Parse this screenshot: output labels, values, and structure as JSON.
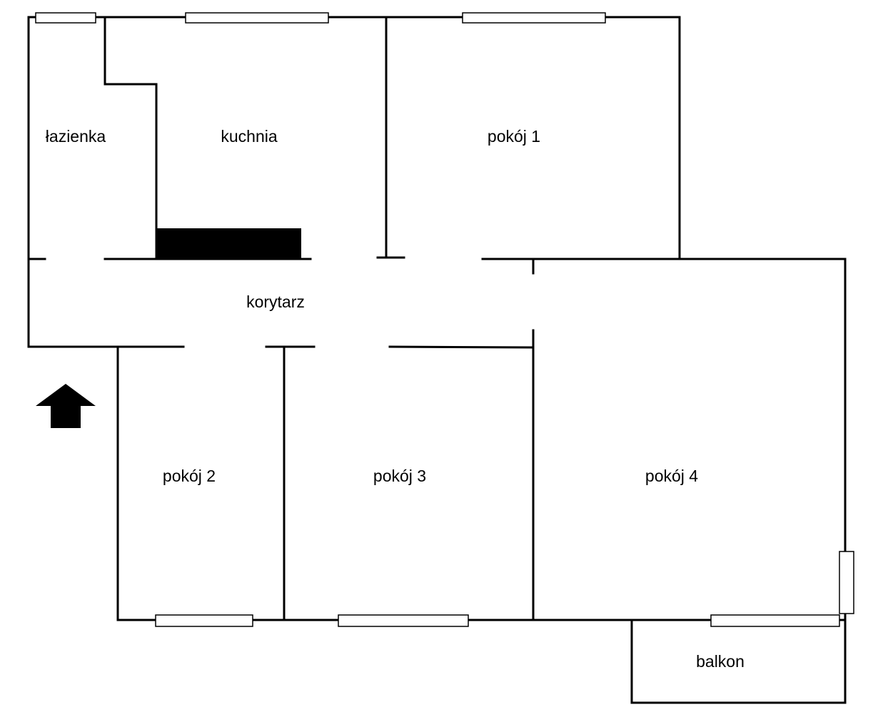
{
  "rooms": {
    "bathroom": "łazienka",
    "kitchen": "kuchnia",
    "room1": "pokój 1",
    "corridor": "korytarz",
    "room2": "pokój 2",
    "room3": "pokój 3",
    "room4": "pokój 4",
    "balcony": "balkon"
  },
  "colors": {
    "walls": "#000000",
    "background": "#ffffff"
  },
  "icons": {
    "entrance": "arrow-up-icon"
  }
}
